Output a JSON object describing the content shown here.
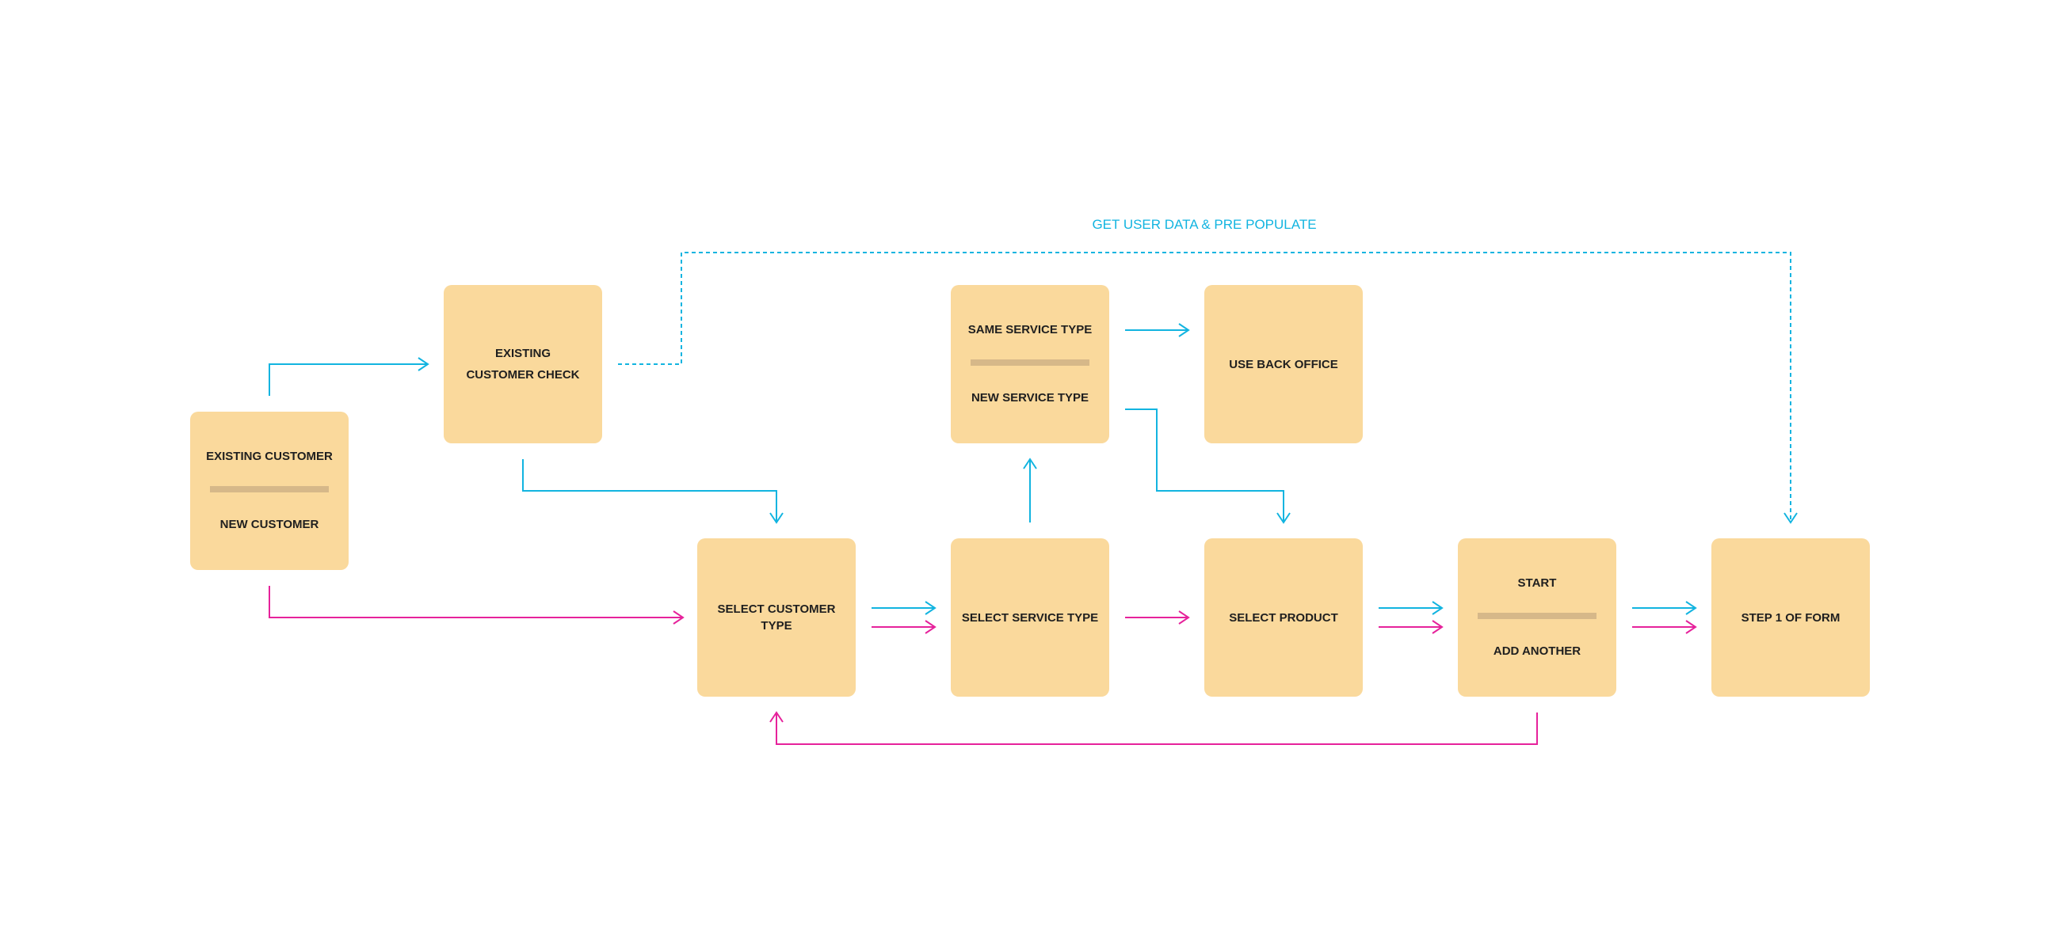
{
  "colors": {
    "box": "#fad99c",
    "separator": "#d6b889",
    "existing_flow": "#12b4e0",
    "new_flow": "#e6229b",
    "text": "#1f1f1f"
  },
  "nodes": {
    "customer_split": {
      "option_a": "EXISTING CUSTOMER",
      "option_b": "NEW CUSTOMER"
    },
    "existing_customer_check": {
      "label": "EXISTING CUSTOMER CHECK"
    },
    "select_customer_type": {
      "label": "SELECT CUSTOMER TYPE"
    },
    "service_type_split": {
      "option_a": "SAME SERVICE TYPE",
      "option_b": "NEW SERVICE TYPE"
    },
    "use_back_office": {
      "label": "USE BACK OFFICE"
    },
    "select_service_type": {
      "label": "SELECT SERVICE TYPE"
    },
    "select_product": {
      "label": "SELECT PRODUCT"
    },
    "start_split": {
      "option_a": "START",
      "option_b": "ADD ANOTHER"
    },
    "step_1_of_form": {
      "label": "STEP 1 OF FORM"
    }
  },
  "annotations": {
    "prepopulate": "GET USER DATA & PRE POPULATE"
  },
  "connectors": [
    {
      "from": "customer_split",
      "to": "existing_customer_check",
      "flow": "existing"
    },
    {
      "from": "existing_customer_check",
      "to": "step_1_of_form",
      "flow": "existing",
      "style": "dashed",
      "label": "GET USER DATA & PRE POPULATE"
    },
    {
      "from": "existing_customer_check",
      "to": "select_customer_type",
      "flow": "existing"
    },
    {
      "from": "customer_split",
      "to": "select_customer_type",
      "flow": "new"
    },
    {
      "from": "select_customer_type",
      "to": "select_service_type",
      "flow": "existing"
    },
    {
      "from": "select_customer_type",
      "to": "select_service_type",
      "flow": "new"
    },
    {
      "from": "select_service_type",
      "to": "service_type_split",
      "flow": "existing"
    },
    {
      "from": "service_type_split",
      "to": "use_back_office",
      "flow": "existing"
    },
    {
      "from": "service_type_split",
      "to": "select_product",
      "flow": "existing"
    },
    {
      "from": "select_service_type",
      "to": "select_product",
      "flow": "new"
    },
    {
      "from": "select_product",
      "to": "start_split",
      "flow": "existing"
    },
    {
      "from": "select_product",
      "to": "start_split",
      "flow": "new"
    },
    {
      "from": "start_split",
      "to": "step_1_of_form",
      "flow": "existing"
    },
    {
      "from": "start_split",
      "to": "step_1_of_form",
      "flow": "new"
    },
    {
      "from": "start_split",
      "to": "select_customer_type",
      "flow": "new"
    }
  ]
}
